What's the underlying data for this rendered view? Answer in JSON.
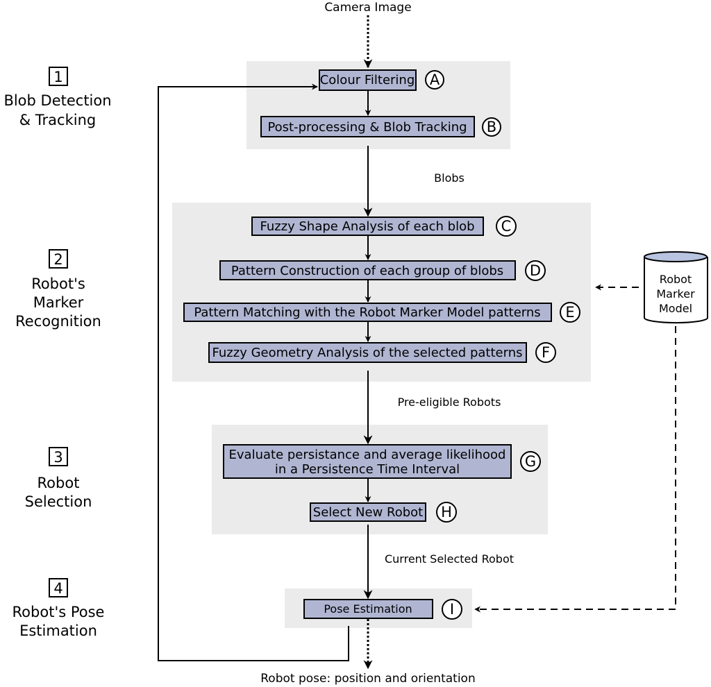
{
  "input": {
    "label": "Camera Image"
  },
  "output": {
    "label": "Robot pose: position and orientation"
  },
  "stages": [
    {
      "number": "1",
      "line1": "Blob Detection",
      "line2": "& Tracking"
    },
    {
      "number": "2",
      "line1": "Robot's",
      "line2": "Marker",
      "line3": "Recognition"
    },
    {
      "number": "3",
      "line1": "Robot",
      "line2": "Selection"
    },
    {
      "number": "4",
      "line1": "Robot's Pose",
      "line2": "Estimation"
    }
  ],
  "steps": [
    {
      "id": "A",
      "label": "Colour Filtering"
    },
    {
      "id": "B",
      "label": "Post-processing & Blob Tracking"
    },
    {
      "id": "C",
      "label": "Fuzzy Shape Analysis of each blob"
    },
    {
      "id": "D",
      "label": "Pattern Construction of each group of blobs"
    },
    {
      "id": "E",
      "label": "Pattern Matching with the Robot Marker Model patterns"
    },
    {
      "id": "F",
      "label": "Fuzzy Geometry Analysis of the selected patterns"
    },
    {
      "id": "G",
      "line1": "Evaluate persistance and average likelihood",
      "line2": "in a Persistence Time Interval"
    },
    {
      "id": "H",
      "label": "Select New Robot"
    },
    {
      "id": "I",
      "label": "Pose Estimation"
    }
  ],
  "edges": {
    "blobs": "Blobs",
    "pre_eligible": "Pre-eligible Robots",
    "current_selected": "Current Selected Robot"
  },
  "model": {
    "line1": "Robot",
    "line2": "Marker",
    "line3": "Model"
  },
  "colors": {
    "stage_background": "#ebebeb",
    "step_box_fill": "#b0b6d2",
    "database_top_fill": "#b8c4e0",
    "line": "#000000"
  }
}
